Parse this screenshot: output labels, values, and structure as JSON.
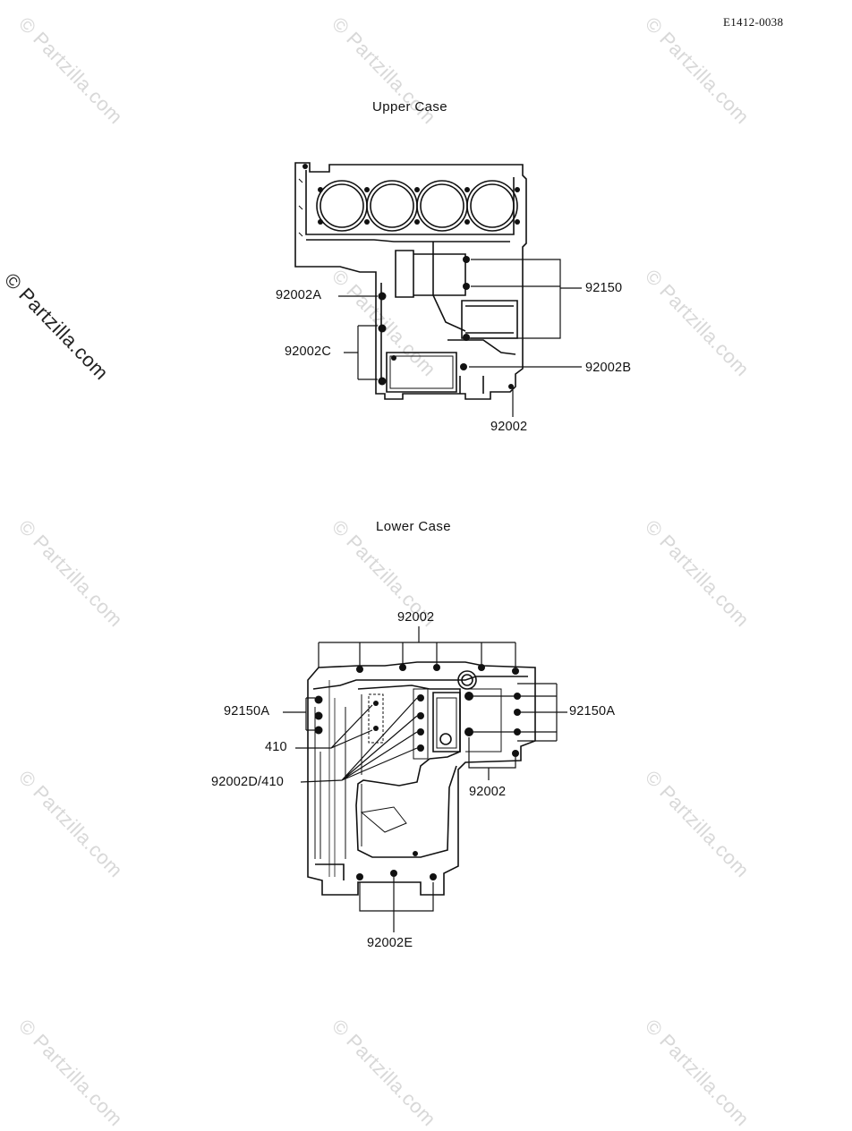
{
  "page": {
    "code": "E1412-0038",
    "watermark": "© Partzilla.com"
  },
  "upper_case": {
    "title": "Upper Case",
    "labels": {
      "p92002A": "92002A",
      "p92002C": "92002C",
      "p92150": "92150",
      "p92002B": "92002B",
      "p92002": "92002"
    }
  },
  "lower_case": {
    "title": "Lower Case",
    "labels": {
      "top92002": "92002",
      "left92150A": "92150A",
      "right92150A": "92150A",
      "p410": "410",
      "p92002D410": "92002D/410",
      "mid92002": "92002",
      "p92002E": "92002E"
    }
  },
  "colors": {
    "line": "#111111",
    "watermark": "#d8d8d8"
  }
}
